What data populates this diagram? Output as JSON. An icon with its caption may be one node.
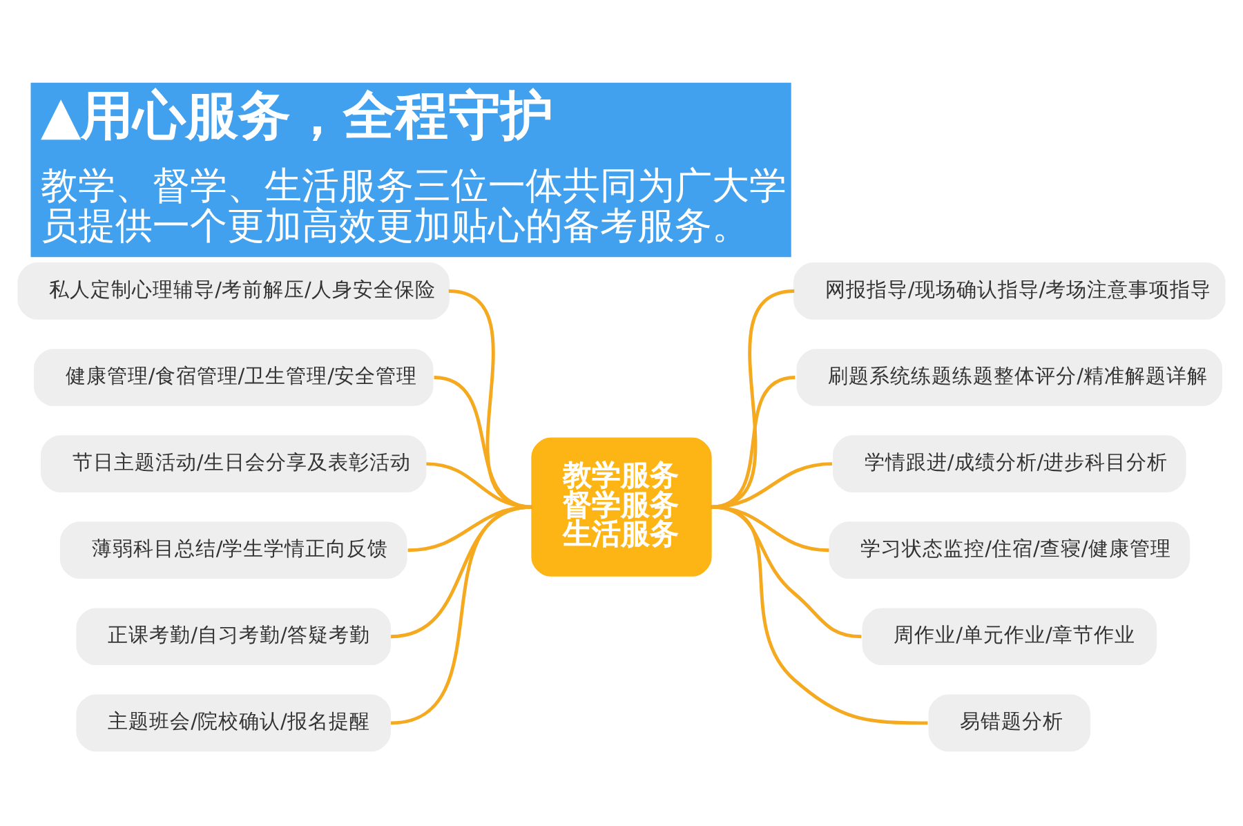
{
  "diagram": {
    "title": "▲用心服务，全程守护",
    "caption": "教学、督学、生活服务三位一体共同为广大学员提供一个更加高效更加贴心的备考服务。",
    "nodes": [
      {
        "text": [
          "教学服务",
          "督学服务",
          "生活服务"
        ]
      },
      {
        "text": [
          "私人定制心理辅导/考前解压/人身安全保险"
        ]
      },
      {
        "text": [
          "健康管理/食宿管理/卫生管理/安全管理"
        ]
      },
      {
        "text": [
          "节日主题活动/生日会分享及表彰活动"
        ]
      },
      {
        "text": [
          "薄弱科目总结/学生学情正向反馈"
        ]
      },
      {
        "text": [
          "正课考勤/自习考勤/答疑考勤"
        ]
      },
      {
        "text": [
          "主题班会/院校确认/报名提醒"
        ]
      },
      {
        "text": [
          "网报指导/现场确认指导/考场注意事项指导"
        ]
      },
      {
        "text": [
          "刷题系统练题练题整体评分/精准解题详解"
        ]
      },
      {
        "text": [
          "学情跟进/成绩分析/进步科目分析"
        ]
      },
      {
        "text": [
          "学习状态监控/住宿/查寝/健康管理"
        ]
      },
      {
        "text": [
          "周作业/单元作业/章节作业"
        ]
      },
      {
        "text": [
          "易错题分析"
        ]
      }
    ],
    "edges": [
      {
        "from": 1,
        "to": 0,
        "arrow": "none"
      },
      {
        "from": 2,
        "to": 0,
        "arrow": "none"
      },
      {
        "from": 3,
        "to": 0,
        "arrow": "none"
      },
      {
        "from": 4,
        "to": 0,
        "arrow": "none"
      },
      {
        "from": 5,
        "to": 0,
        "arrow": "none"
      },
      {
        "from": 6,
        "to": 0,
        "arrow": "none"
      },
      {
        "from": 0,
        "to": 7,
        "arrow": "none"
      },
      {
        "from": 0,
        "to": 8,
        "arrow": "none"
      },
      {
        "from": 0,
        "to": 9,
        "arrow": "none"
      },
      {
        "from": 0,
        "to": 10,
        "arrow": "none"
      },
      {
        "from": 0,
        "to": 11,
        "arrow": "none"
      },
      {
        "from": 0,
        "to": 12,
        "arrow": "none"
      }
    ]
  }
}
